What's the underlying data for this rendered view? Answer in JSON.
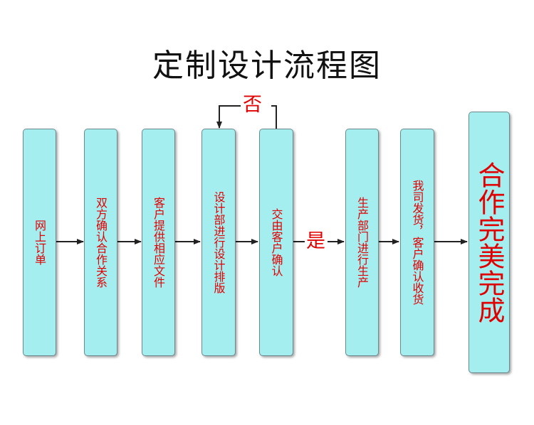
{
  "title": "定制设计流程图",
  "steps": [
    {
      "id": "s1",
      "label": "网上订单"
    },
    {
      "id": "s2",
      "label": "双方确认合作关系"
    },
    {
      "id": "s3",
      "label": "客户提供相应文件"
    },
    {
      "id": "s4",
      "label": "设计部进行设计排版"
    },
    {
      "id": "s5",
      "label": "交由客户确认"
    },
    {
      "id": "s6",
      "label": "生产部门进行生产"
    },
    {
      "id": "s7",
      "label": "我司发货，客户确认收货"
    },
    {
      "id": "s8",
      "label": "合作完美完成"
    }
  ],
  "branches": {
    "no_label": "否",
    "yes_label": "是"
  },
  "colors": {
    "box_fill": "#a5eef0",
    "box_border": "#6c8a8e",
    "text": "#e00000",
    "arrow": "#222222"
  }
}
